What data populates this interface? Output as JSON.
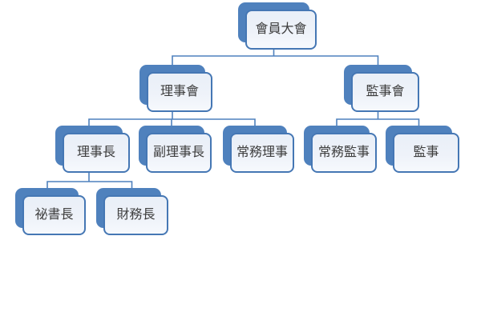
{
  "diagram": {
    "type": "org-chart",
    "colors": {
      "accent": "#4f81bd",
      "node_border": "#4577b4",
      "node_fill": "#eef2f9",
      "connector": "#4f81bd",
      "text": "#3d3d3d",
      "background": "#ffffff"
    },
    "nodes": [
      {
        "label": "會員大會",
        "level": 1,
        "parent": null
      },
      {
        "label": "理事會",
        "level": 2,
        "parent": "會員大會"
      },
      {
        "label": "監事會",
        "level": 2,
        "parent": "會員大會"
      },
      {
        "label": "理事長",
        "level": 3,
        "parent": "理事會"
      },
      {
        "label": "副理事長",
        "level": 3,
        "parent": "理事會"
      },
      {
        "label": "常務理事",
        "level": 3,
        "parent": "理事會"
      },
      {
        "label": "常務監事",
        "level": 3,
        "parent": "監事會"
      },
      {
        "label": "監事",
        "level": 3,
        "parent": "監事會"
      },
      {
        "label": "祕書長",
        "level": 4,
        "parent": "理事長"
      },
      {
        "label": "財務長",
        "level": 4,
        "parent": "理事長"
      }
    ]
  }
}
